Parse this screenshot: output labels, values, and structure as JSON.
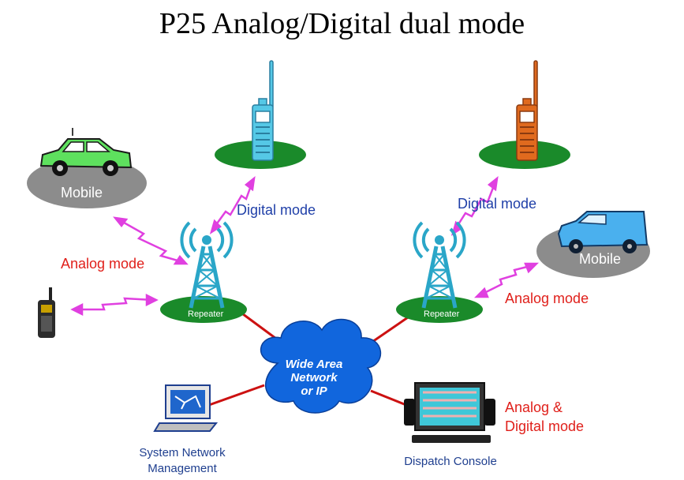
{
  "title": "P25 Analog/Digital dual mode",
  "labels": {
    "mobile_left": "Mobile",
    "mobile_right": "Mobile",
    "repeater_left": "Repeater",
    "repeater_right": "Repeater",
    "digital_mode_left": "Digital mode",
    "digital_mode_right": "Digital mode",
    "analog_mode_left": "Analog mode",
    "analog_mode_right": "Analog mode",
    "network_line1": "Wide Area",
    "network_line2": "Network",
    "network_line3": "or IP",
    "analog_digital_line1": "Analog &",
    "analog_digital_line2": "Digital mode",
    "sysmgmt_line1": "System Network",
    "sysmgmt_line2": "Management",
    "dispatch": "Dispatch Console"
  },
  "colors": {
    "ground_green": "#1a8a2a",
    "ground_gray": "#8c8c8c",
    "tower_blue": "#2aa6c8",
    "cloud_blue": "#1166dd",
    "link_red": "#cc1111",
    "wireless_magenta": "#e040e0",
    "radio_cyan": "#55c8e6",
    "radio_orange": "#e06a1e",
    "car_green": "#5ee05e",
    "van_blue": "#4ab0ee"
  },
  "icons": [
    "car-icon",
    "van-icon",
    "handheld-radio-icon",
    "repeater-tower-icon",
    "cloud-icon",
    "computer-icon",
    "dispatch-console-icon"
  ]
}
